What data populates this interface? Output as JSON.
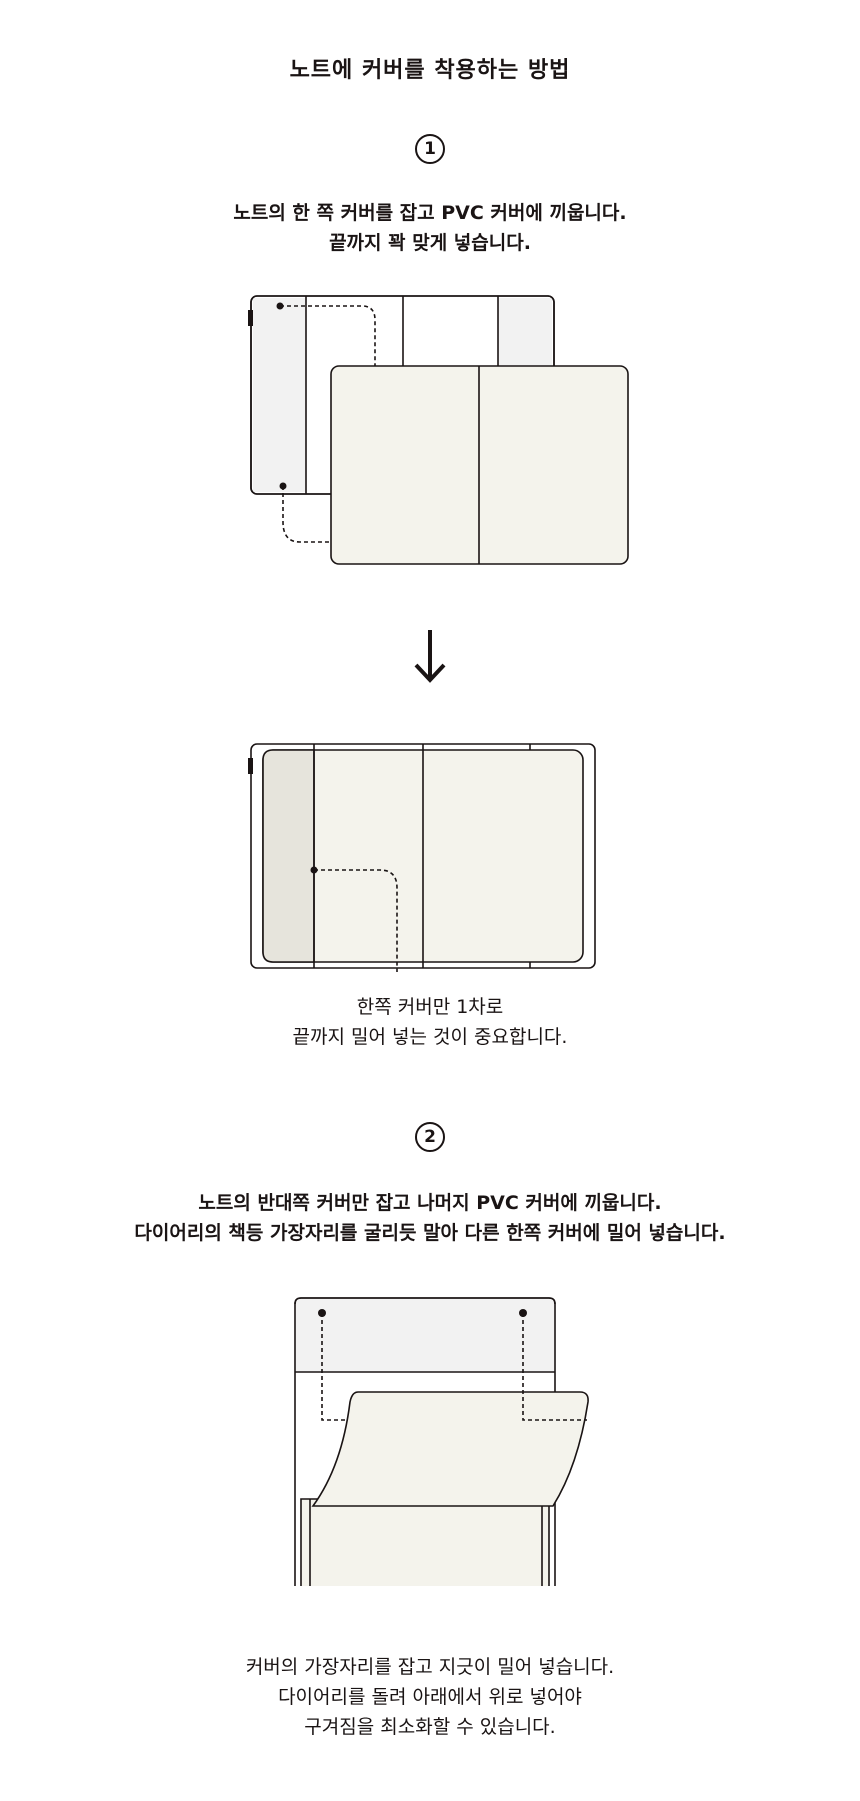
{
  "title": "노트에 커버를 착용하는 방법",
  "steps": [
    {
      "number": "1",
      "instruction": [
        "노트의 한 쪽 커버를 잡고 PVC 커버에 끼웁니다.",
        "끝까지 꽉 맞게 넣습니다."
      ],
      "note": [
        "한쪽 커버만 1차로",
        "끝까지 밀어 넣는 것이 중요합니다."
      ]
    },
    {
      "number": "2",
      "instruction": [
        "노트의 반대쪽 커버만 잡고 나머지 PVC 커버에 끼웁니다.",
        "다이어리의 책등 가장자리를 굴리듯 말아 다른 한쪽 커버에 밀어 넣습니다."
      ],
      "note": [
        "커버의 가장자리를 잡고 지긋이 밀어 넣습니다.",
        "다이어리를 돌려 아래에서 위로 넣어야",
        "구겨짐을 최소화할 수 있습니다."
      ]
    }
  ],
  "colors": {
    "ink": "#1a1414",
    "notebook_fill": "#f4f3ec",
    "pvc_fill": "#f2f2f2",
    "spine_fill": "#e6e4dc"
  },
  "icons": {
    "arrow": "down-arrow-icon"
  }
}
